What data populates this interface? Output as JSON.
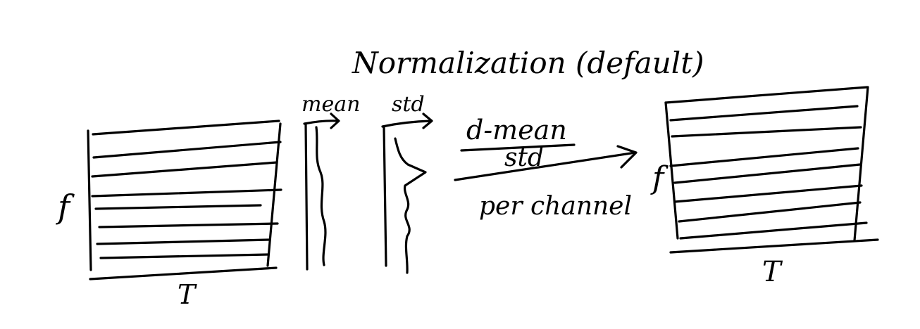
{
  "title": "Normalization (default)",
  "input_matrix": {
    "row_label": "f",
    "col_label": "T"
  },
  "mean_vector": {
    "label": "mean"
  },
  "std_vector": {
    "label": "std"
  },
  "operation": {
    "numerator": "d-mean",
    "denominator": "std",
    "caption": "per channel"
  },
  "output_matrix": {
    "row_label": "f",
    "col_label": "T"
  },
  "ink_color": "#000000"
}
